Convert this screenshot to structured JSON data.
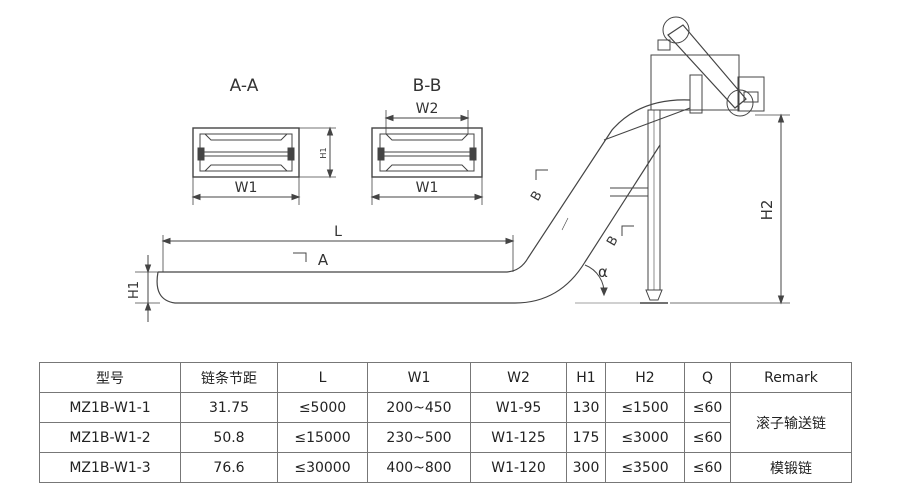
{
  "drawing": {
    "section_aa": "A-A",
    "section_bb": "B-B",
    "dim_w1": "W1",
    "dim_w2": "W2",
    "dim_h1": "H1",
    "dim_h2": "H2",
    "dim_l": "L",
    "cut_a": "A",
    "cut_b": "B",
    "angle": "α"
  },
  "table": {
    "headers": [
      "型号",
      "链条节距",
      "L",
      "W1",
      "W2",
      "H1",
      "H2",
      "Q",
      "Remark"
    ],
    "rows": [
      [
        "MZ1B-W1-1",
        "31.75",
        "≤5000",
        "200~450",
        "W1-95",
        "130",
        "≤1500",
        "≤60"
      ],
      [
        "MZ1B-W1-2",
        "50.8",
        "≤15000",
        "230~500",
        "W1-125",
        "175",
        "≤3000",
        "≤60"
      ],
      [
        "MZ1B-W1-3",
        "76.6",
        "≤30000",
        "400~800",
        "W1-120",
        "300",
        "≤3500",
        "≤60"
      ]
    ],
    "remarks": [
      "滚子输送链",
      "模锻链"
    ]
  }
}
